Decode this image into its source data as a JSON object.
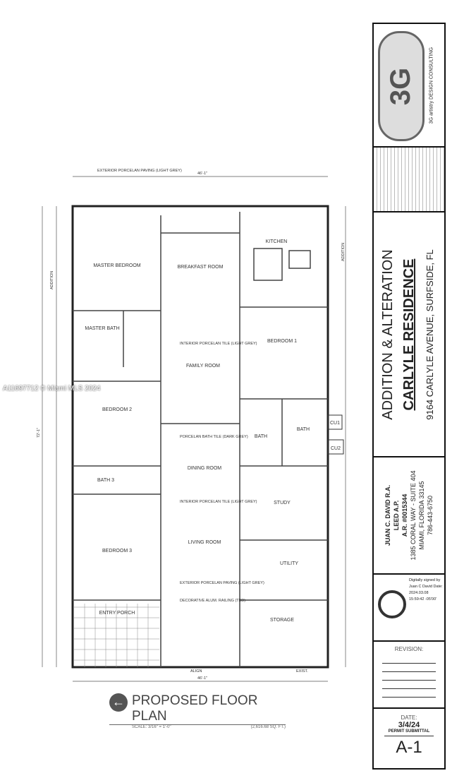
{
  "plan": {
    "rooms": [
      "MASTER BEDROOM",
      "BREAKFAST ROOM",
      "KITCHEN",
      "MASTER BATH",
      "FAMILY ROOM",
      "BEDROOM 1",
      "BEDROOM 2",
      "BATH",
      "BATH",
      "DINING ROOM",
      "BATH 3",
      "STUDY",
      "BEDROOM 3",
      "LIVING ROOM",
      "UTILITY",
      "STORAGE",
      "ENTRY PORCH"
    ],
    "notes": [
      "EXTERIOR PORCELAN PAVING (LIGHT GREY)",
      "INTERIOR PORCELAN TILE (LIGHT GREY)",
      "PORCELAN BATH TILE (DARK GREY)",
      "INTERIOR PORCELAN TILE (LIGHT GREY)",
      "EXTERIOR PORCELAN PAVING (LIGHT GREY)",
      "DECORATIVE ALUM. RAILING (TBD)"
    ],
    "dims": {
      "top": "46'-1\"",
      "bottom": "46'-1\"",
      "left": "72'-1\"",
      "align": "ALIGN",
      "exist": "EXIST.",
      "addition": "ADDITION"
    },
    "equipment": [
      "CU1",
      "CU2"
    ],
    "title": "PROPOSED FLOOR PLAN",
    "scale": "SCALE: 3/16\" = 1'-0\"",
    "area": "(2,616.68 SQ. FT.)"
  },
  "watermark": "A11697712 © Miami MLS 2024",
  "titleblock": {
    "firm": "3G artistry DESIGN CONSULTING",
    "project_line1": "ADDITION & ALTERATION",
    "project_line2": "CARLYLE RESIDENCE",
    "address": "9164 CARLYLE AVENUE, SURFSIDE, FL",
    "architect": "JUAN C. DAVID R.A.",
    "leed": "LEED A.P.",
    "license": "A.R. #0015344",
    "office1": "1385 CORAL WAY - SUITE 404",
    "office2": "MIAMI, FLORIDA 33145",
    "phone": "786-443-6750",
    "signature": "Digitally signed by Juan C David Date: 2024.03.08 15:59:42 -05'00'",
    "revision": "REVISION:",
    "date_label": "DATE:",
    "date": "3/4/24",
    "status": "PERMIT SUBMITTAL",
    "sheet": "A-1"
  }
}
